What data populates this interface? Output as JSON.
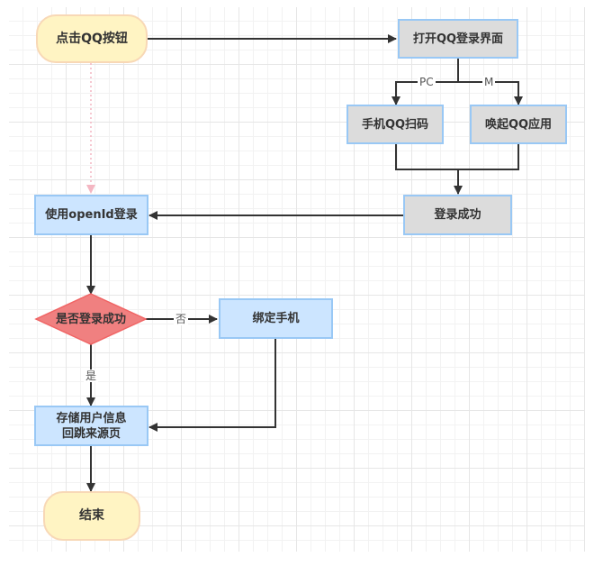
{
  "diagram": {
    "type": "flowchart",
    "nodes": {
      "start": {
        "label": "点击QQ按钮",
        "shape": "terminal"
      },
      "open_login": {
        "label": "打开QQ登录界面",
        "shape": "process"
      },
      "scan_qr": {
        "label": "手机QQ扫码",
        "shape": "process"
      },
      "launch_app": {
        "label": "唤起QQ应用",
        "shape": "process"
      },
      "login_success": {
        "label": "登录成功",
        "shape": "process"
      },
      "openid_login": {
        "label": "使用openId登录",
        "shape": "process"
      },
      "decision": {
        "label": "是否登录成功",
        "shape": "decision"
      },
      "bind_phone": {
        "label": "绑定手机",
        "shape": "process"
      },
      "store_info_line1": {
        "label": "存储用户信息",
        "shape": "process"
      },
      "store_info_line2": {
        "label": "回跳来源页",
        "shape": "process"
      },
      "end": {
        "label": "结束",
        "shape": "terminal"
      }
    },
    "edge_labels": {
      "pc": "PC",
      "mobile": "M",
      "no": "否",
      "yes": "是"
    },
    "edges": [
      {
        "from": "点击QQ按钮",
        "to": "打开QQ登录界面"
      },
      {
        "from": "打开QQ登录界面",
        "to": "手机QQ扫码",
        "label": "PC"
      },
      {
        "from": "打开QQ登录界面",
        "to": "唤起QQ应用",
        "label": "M"
      },
      {
        "from": "手机QQ扫码",
        "to": "登录成功"
      },
      {
        "from": "唤起QQ应用",
        "to": "登录成功"
      },
      {
        "from": "登录成功",
        "to": "使用openId登录"
      },
      {
        "from": "点击QQ按钮",
        "to": "使用openId登录",
        "style": "dotted"
      },
      {
        "from": "使用openId登录",
        "to": "是否登录成功"
      },
      {
        "from": "是否登录成功",
        "to": "绑定手机",
        "label": "否"
      },
      {
        "from": "是否登录成功",
        "to": "存储用户信息 回跳来源页",
        "label": "是"
      },
      {
        "from": "绑定手机",
        "to": "存储用户信息 回跳来源页"
      },
      {
        "from": "存储用户信息 回跳来源页",
        "to": "结束"
      }
    ],
    "colors": {
      "terminal_fill": "#fff4c3",
      "terminal_border": "#f8d8b6",
      "process_fill": "#cce5ff",
      "process_border": "#99c8f5",
      "gray_fill": "#dcdcdc",
      "decision_fill": "#f08080",
      "decision_border": "#f06464",
      "edge": "#333333",
      "dotted_edge": "#f4b6c2"
    }
  }
}
